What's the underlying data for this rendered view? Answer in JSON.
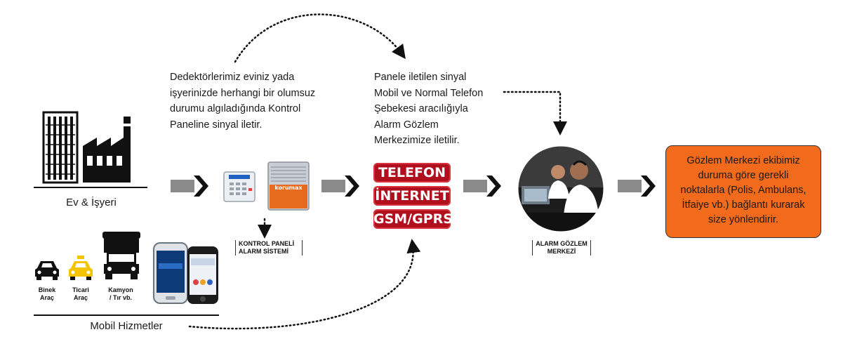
{
  "steps": {
    "step1_text": [
      "Dedektörlerimiz eviniz yada",
      "işyerinizde herhangi bir olumsuz",
      "durumu algıladığında Kontrol",
      "Paneline sinyal iletir."
    ],
    "step2_text": [
      "Panele iletilen sinyal",
      "Mobil ve Normal Telefon",
      "Şebekesi aracılığıyla",
      "Alarm Gözlem",
      "Merkezimize iletilir."
    ],
    "step4_text": [
      "Gözlem Merkezi ekibimiz",
      "duruma göre gerekli",
      "noktalarla (Polis, Ambulans,",
      "İtfaiye vb.) bağlantı kurarak",
      "size yönlendirir."
    ]
  },
  "labels": {
    "home_business": "Ev & İşyeri",
    "mobile_services": "Mobil Hizmetler",
    "control_panel": [
      "KONTROL PANELİ",
      "ALARM SİSTEMİ"
    ],
    "monitoring_center": [
      "ALARM GÖZLEM",
      "MERKEZİ"
    ],
    "panel_brand": "korumax"
  },
  "channels": [
    "TELEFON",
    "İNTERNET",
    "GSM/GPRS"
  ],
  "vehicles": {
    "car": [
      "Binek",
      "Araç"
    ],
    "taxi": [
      "Ticari",
      "Araç"
    ],
    "truck": [
      "Kamyon",
      "/ Tır vb."
    ]
  },
  "colors": {
    "channel_red": "#b0101e",
    "action_orange": "#f26a1b",
    "arrow_gray": "#8a8a8a",
    "arrow_black": "#111111"
  }
}
